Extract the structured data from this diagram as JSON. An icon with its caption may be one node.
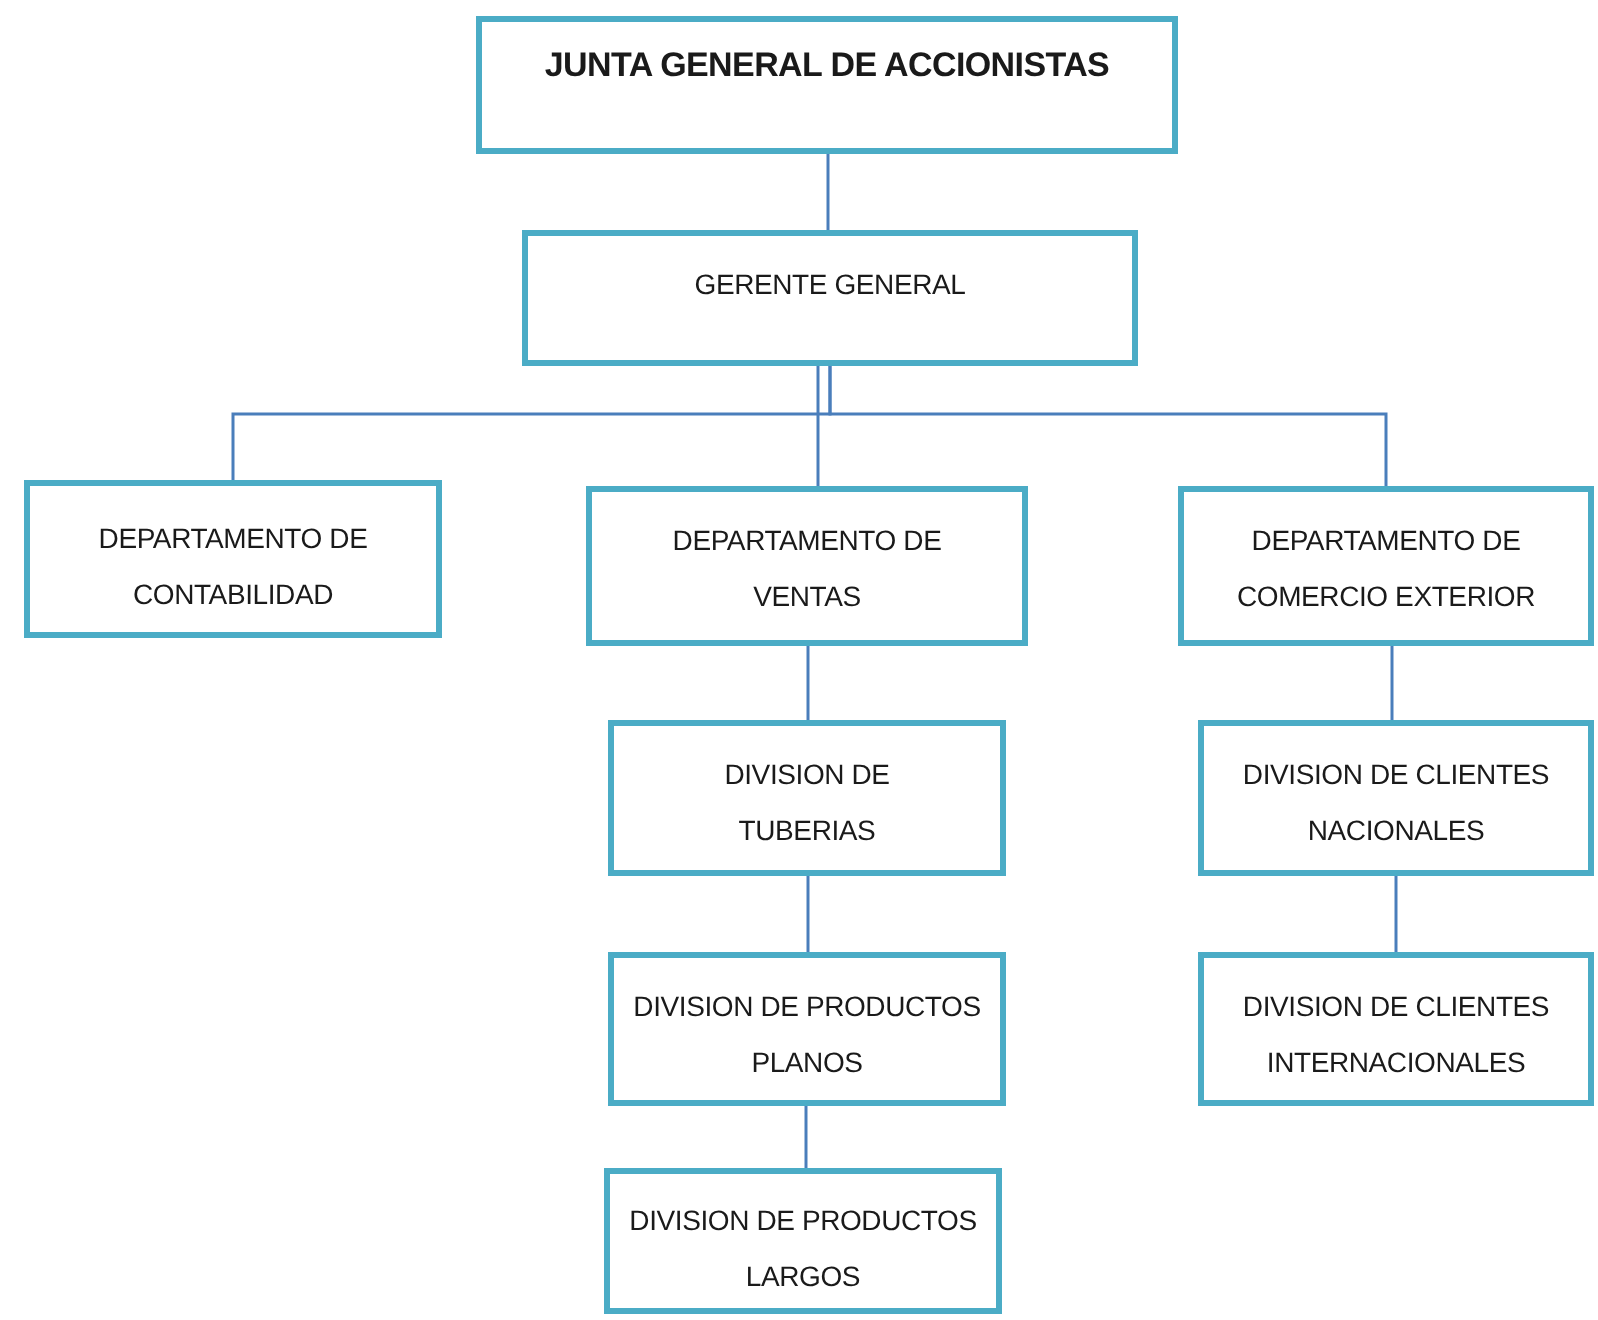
{
  "diagram": {
    "nodes": [
      {
        "text": [
          "JUNTA GENERAL DE ACCIONISTAS"
        ]
      },
      {
        "text": [
          "GERENTE GENERAL"
        ]
      },
      {
        "text": [
          "DEPARTAMENTO DE CONTABILIDAD"
        ]
      },
      {
        "text": [
          "DEPARTAMENTO DE VENTAS"
        ]
      },
      {
        "text": [
          "DEPARTAMENTO DE COMERCIO EXTERIOR"
        ]
      },
      {
        "text": [
          "DIVISION DE TUBERIAS"
        ]
      },
      {
        "text": [
          "DIVISION DE PRODUCTOS PLANOS"
        ]
      },
      {
        "text": [
          "DIVISION DE PRODUCTOS LARGOS"
        ]
      },
      {
        "text": [
          "DIVISION DE CLIENTES NACIONALES"
        ]
      },
      {
        "text": [
          "DIVISION DE CLIENTES INTERNACIONALES"
        ]
      }
    ],
    "edges": [
      {
        "from": 0,
        "to": 1,
        "arrow": "none"
      },
      {
        "from": 1,
        "to": 2,
        "arrow": "none"
      },
      {
        "from": 1,
        "to": 3,
        "arrow": "none"
      },
      {
        "from": 1,
        "to": 4,
        "arrow": "none"
      },
      {
        "from": 3,
        "to": 5,
        "arrow": "none"
      },
      {
        "from": 5,
        "to": 6,
        "arrow": "none"
      },
      {
        "from": 6,
        "to": 7,
        "arrow": "none"
      },
      {
        "from": 4,
        "to": 8,
        "arrow": "none"
      },
      {
        "from": 8,
        "to": 9,
        "arrow": "none"
      }
    ]
  }
}
